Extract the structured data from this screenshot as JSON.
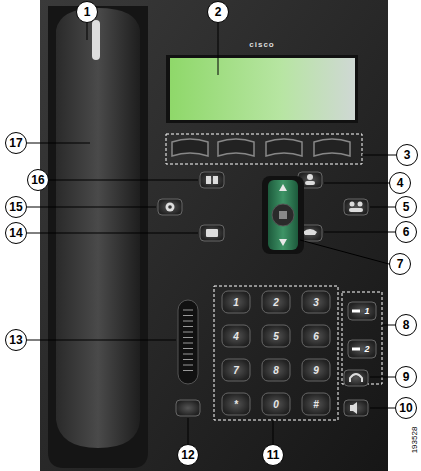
{
  "diagram": {
    "labels": [
      "1",
      "2",
      "3",
      "4",
      "5",
      "6",
      "7",
      "8",
      "9",
      "10",
      "11",
      "12",
      "13",
      "14",
      "15",
      "16",
      "17",
      "cisco",
      "1",
      "2",
      "3",
      "4",
      "5",
      "6",
      "7",
      "8",
      "9",
      "*",
      "0",
      "#",
      "1",
      "2",
      "193528"
    ]
  }
}
